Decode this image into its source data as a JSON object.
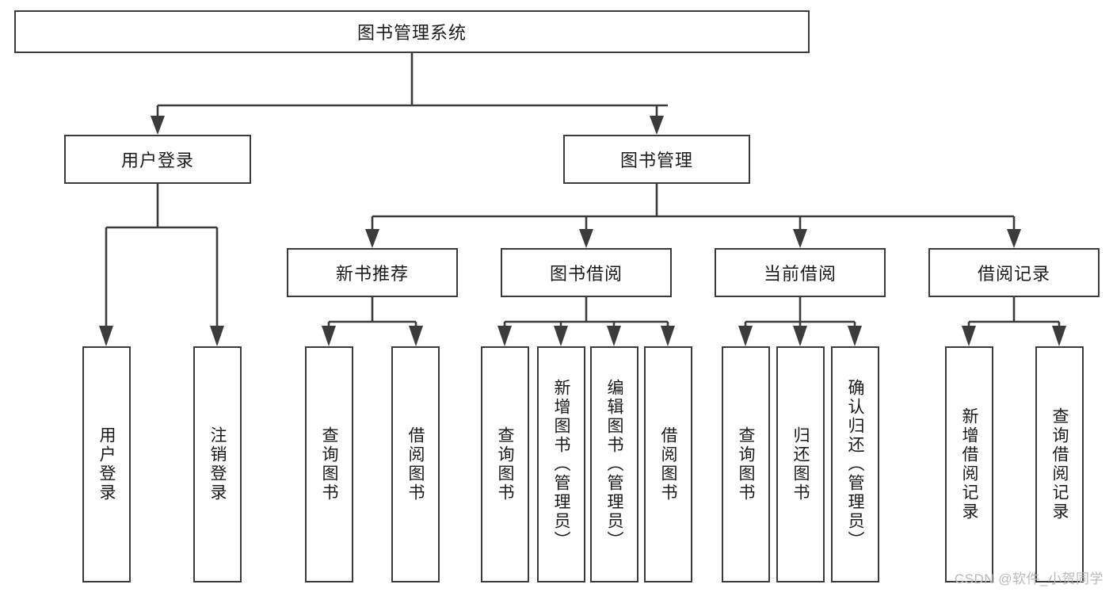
{
  "diagram": {
    "title_node": {
      "label": "图书管理系统"
    },
    "level1": [
      {
        "label": "用户登录"
      },
      {
        "label": "图书管理"
      }
    ],
    "level2": [
      {
        "label": "新书推荐"
      },
      {
        "label": "图书借阅"
      },
      {
        "label": "当前借阅"
      },
      {
        "label": "借阅记录"
      }
    ],
    "leaves": {
      "user_login_group": [
        {
          "label": "用户登录"
        },
        {
          "label": "注销登录"
        }
      ],
      "new_book_group": [
        {
          "label": "查询图书"
        },
        {
          "label": "借阅图书"
        }
      ],
      "borrow_group": [
        {
          "label": "查询图书"
        },
        {
          "label": "新增图书（管理员）"
        },
        {
          "label": "编辑图书（管理员）"
        },
        {
          "label": "借阅图书"
        }
      ],
      "current_borrow_group": [
        {
          "label": "查询图书"
        },
        {
          "label": "归还图书"
        },
        {
          "label": "确认归还（管理员）"
        }
      ],
      "record_group": [
        {
          "label": "新增借阅记录"
        },
        {
          "label": "查询借阅记录"
        }
      ]
    }
  },
  "watermark": {
    "text": "CSDN @软件_小贺同学"
  },
  "colors": {
    "box_stroke": "#3b3b3b",
    "box_fill": "#ffffff",
    "text": "#1a1a1a",
    "watermark": "#b9b9b9",
    "background": "#ffffff"
  }
}
